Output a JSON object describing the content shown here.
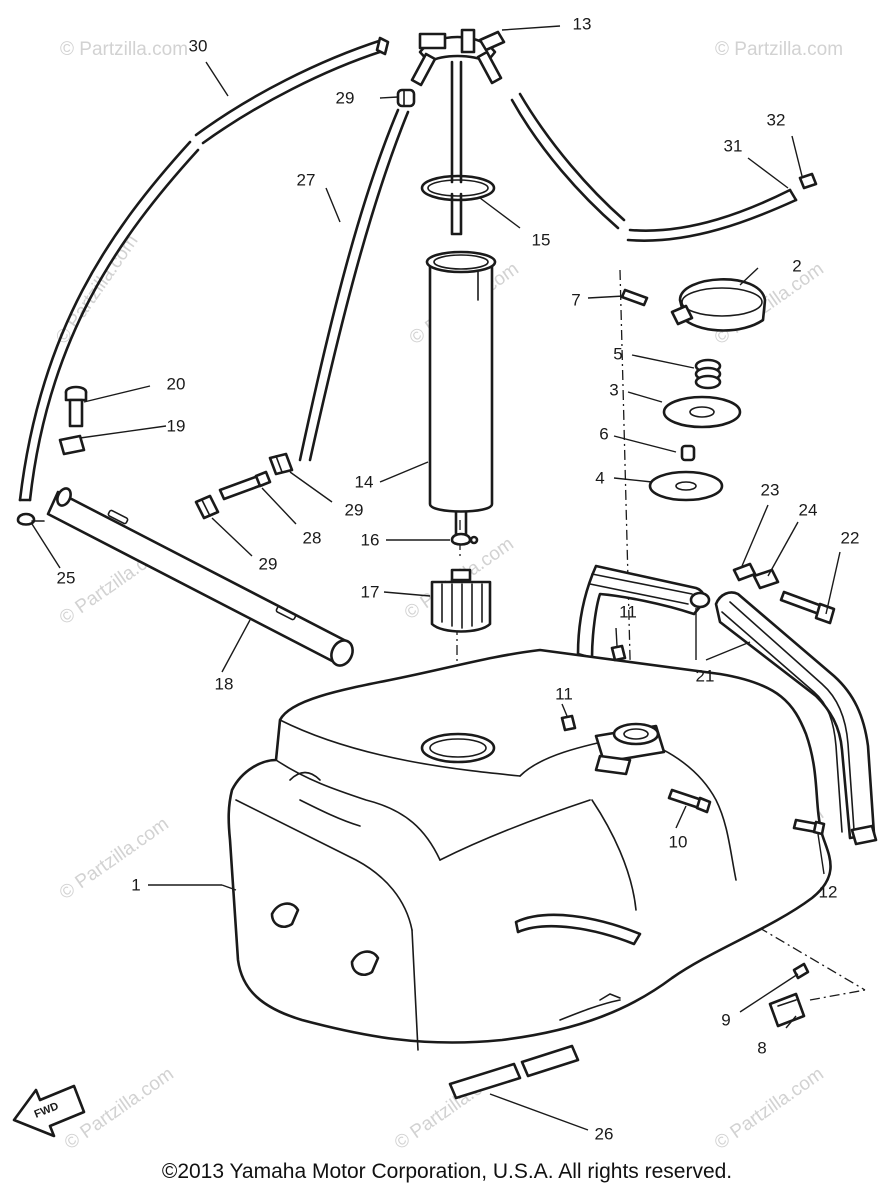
{
  "watermark": "© Partzilla.com",
  "copyright": "©2013 Yamaha Motor Corporation, U.S.A. All rights reserved.",
  "fwd_label": "FWD",
  "callouts": [
    "1",
    "2",
    "3",
    "4",
    "5",
    "6",
    "7",
    "8",
    "9",
    "10",
    "11",
    "11",
    "12",
    "13",
    "14",
    "15",
    "16",
    "17",
    "18",
    "19",
    "20",
    "21",
    "22",
    "23",
    "24",
    "25",
    "26",
    "27",
    "28",
    "29",
    "29",
    "29",
    "30",
    "31",
    "32"
  ]
}
